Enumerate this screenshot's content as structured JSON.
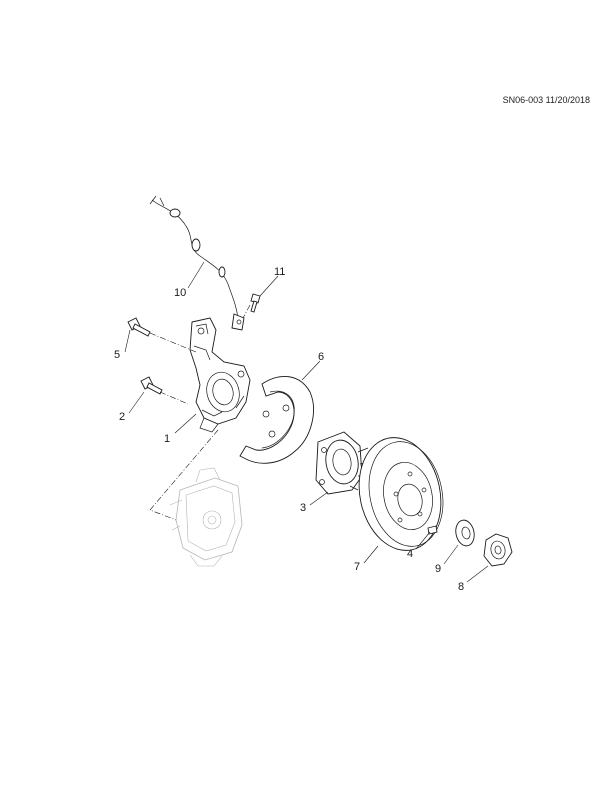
{
  "header": {
    "reference": "SN06-003 11/20/2018"
  },
  "callouts": [
    "1",
    "2",
    "3",
    "4",
    "5",
    "6",
    "7",
    "8",
    "9",
    "10",
    "11"
  ]
}
